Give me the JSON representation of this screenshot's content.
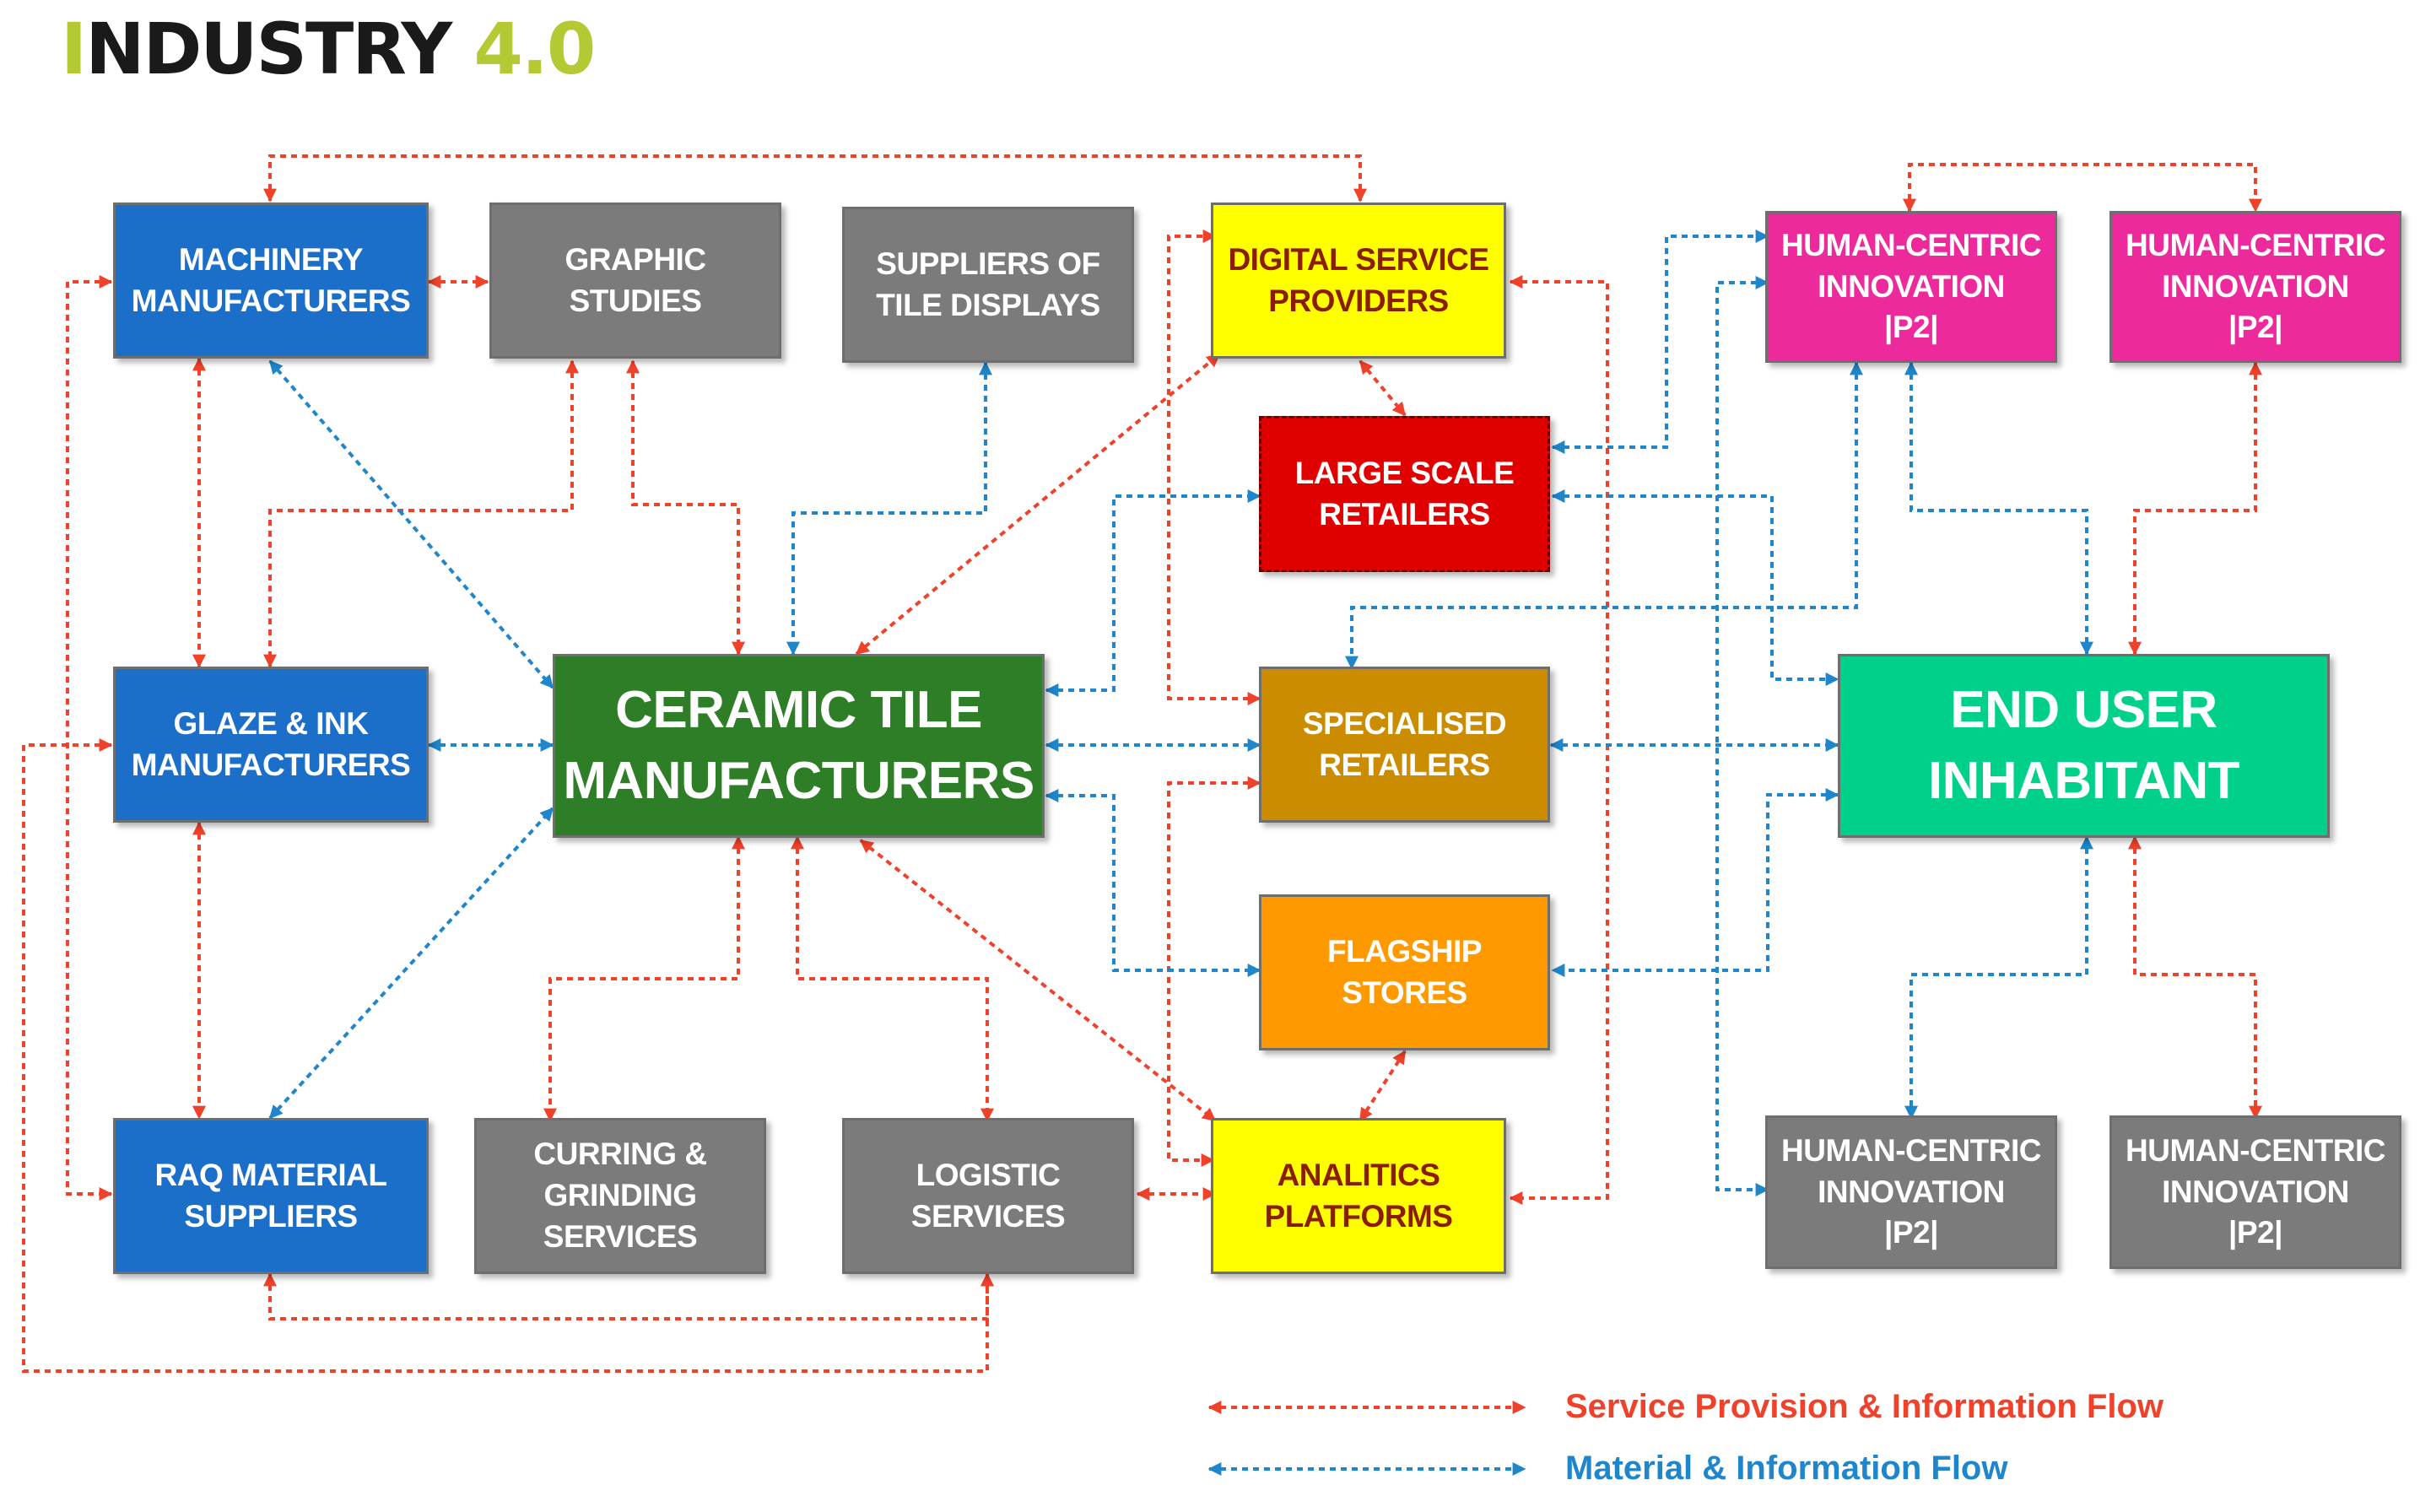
{
  "header": {
    "title_a": "I",
    "title_b": "NDUSTRY ",
    "title_c": "4.0"
  },
  "colors": {
    "service_flow": "#f0412a",
    "material_flow": "#1f86cc"
  },
  "nodes": [
    {
      "id": "machinery",
      "label": "Machinery\nManufacturers",
      "bg": "#1b6fc9",
      "fg": "#ffffff"
    },
    {
      "id": "graphic",
      "label": "Graphic\nStudies",
      "bg": "#7b7b7b",
      "fg": "#ffffff"
    },
    {
      "id": "displays",
      "label": "Suppliers of\nTile Displays",
      "bg": "#7b7b7b",
      "fg": "#ffffff"
    },
    {
      "id": "digital",
      "label": "Digital Service\nProviders",
      "bg": "#ffff00",
      "fg": "#8b1e00"
    },
    {
      "id": "large",
      "label": "Large Scale\nRetailers",
      "bg": "#e00000",
      "fg": "#ffffff",
      "dashed": true
    },
    {
      "id": "hc1",
      "label": "Human-Centric\nInnovation\n|P2|",
      "bg": "#ec2a9c",
      "fg": "#ffffff"
    },
    {
      "id": "hc2",
      "label": "Human-Centric\nInnovation\n|P2|",
      "bg": "#ec2a9c",
      "fg": "#ffffff"
    },
    {
      "id": "glaze",
      "label": "Glaze & Ink\nManufacturers",
      "bg": "#1b6fc9",
      "fg": "#ffffff"
    },
    {
      "id": "ctm",
      "label": "Ceramic Tile\nManufacturers",
      "bg": "#2e7d27",
      "fg": "#ffffff",
      "big": true
    },
    {
      "id": "special",
      "label": "Specialised\nRetailers",
      "bg": "#cc8c00",
      "fg": "#ffffff"
    },
    {
      "id": "enduser",
      "label": "End User\nInhabitant",
      "bg": "#00d08a",
      "fg": "#ffffff",
      "big": true
    },
    {
      "id": "flagship",
      "label": "Flagship Stores",
      "bg": "#ff9900",
      "fg": "#ffffff"
    },
    {
      "id": "raw",
      "label": "RAQ Material\nSuppliers",
      "bg": "#1b6fc9",
      "fg": "#ffffff"
    },
    {
      "id": "curring",
      "label": "Curring &\nGrinding\nServices",
      "bg": "#7b7b7b",
      "fg": "#ffffff"
    },
    {
      "id": "logistic",
      "label": "Logistic\nServices",
      "bg": "#7b7b7b",
      "fg": "#ffffff"
    },
    {
      "id": "analytics",
      "label": "Analitics\nPlatforms",
      "bg": "#ffff00",
      "fg": "#8b1e00"
    },
    {
      "id": "hc3",
      "label": "Human-Centric\nInnovation\n|P2|",
      "bg": "#7b7b7b",
      "fg": "#ffffff"
    },
    {
      "id": "hc4",
      "label": "Human-Centric\nInnovation\n|P2|",
      "bg": "#7b7b7b",
      "fg": "#ffffff"
    }
  ],
  "legend": {
    "service": "Service Provision & Information Flow",
    "material": "Material & Information Flow"
  }
}
